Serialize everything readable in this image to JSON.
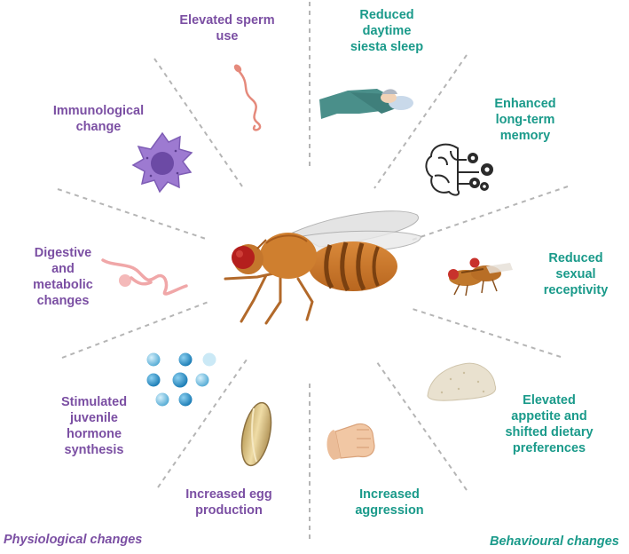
{
  "colors": {
    "physiological": "#7b4fa3",
    "behavioural": "#1a9a8a",
    "divider": "#b5b5b5"
  },
  "center_icon": "fruit-fly",
  "physiological": {
    "heading": "Physiological changes",
    "items": [
      {
        "label": "Elevated sperm use",
        "lines": [
          "Elevated sperm",
          "use"
        ],
        "icon": "sperm"
      },
      {
        "label": "Immunological change",
        "lines": [
          "Immunological",
          "change"
        ],
        "icon": "immune-cell"
      },
      {
        "label": "Digestive and metabolic changes",
        "lines": [
          "Digestive",
          "and",
          "metabolic",
          "changes"
        ],
        "icon": "gut"
      },
      {
        "label": "Stimulated juvenile hormone synthesis",
        "lines": [
          "Stimulated",
          "juvenile",
          "hormone",
          "synthesis"
        ],
        "icon": "hormone-molecules"
      },
      {
        "label": "Increased egg production",
        "lines": [
          "Increased egg",
          "production"
        ],
        "icon": "egg"
      }
    ]
  },
  "behavioural": {
    "heading": "Behavioural changes",
    "items": [
      {
        "label": "Reduced daytime siesta sleep",
        "lines": [
          "Reduced",
          "daytime",
          "siesta sleep"
        ],
        "icon": "sleeping-figure"
      },
      {
        "label": "Enhanced long-term memory",
        "lines": [
          "Enhanced",
          "long-term",
          "memory"
        ],
        "icon": "brain-gears"
      },
      {
        "label": "Reduced sexual receptivity",
        "lines": [
          "Reduced",
          "sexual",
          "receptivity"
        ],
        "icon": "mating-flies"
      },
      {
        "label": "Elevated appetite and shifted dietary preferences",
        "lines": [
          "Elevated",
          "appetite and",
          "shifted dietary",
          "preferences"
        ],
        "icon": "food-pile"
      },
      {
        "label": "Increased aggression",
        "lines": [
          "Increased",
          "aggression"
        ],
        "icon": "fist"
      }
    ]
  }
}
